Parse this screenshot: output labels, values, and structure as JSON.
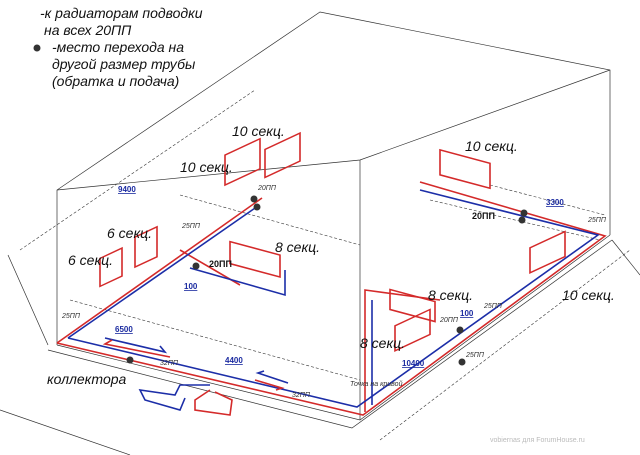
{
  "legend": {
    "line1": "-к радиаторам подводки",
    "line2": "на всех 20ПП",
    "line3": "-место перехода на",
    "line4": "другой размер трубы",
    "line5": "(обратка и подача)"
  },
  "radiators": [
    "10 секц.",
    "10 секц.",
    "6 секц.",
    "6 секц.",
    "8 секц.",
    "10 секц.",
    "8 секц.",
    "8 секц.",
    "10 секц."
  ],
  "dimensions": [
    "9400",
    "100",
    "6500",
    "4400",
    "10400",
    "3300",
    "100"
  ],
  "pipes": {
    "p25a": "25ПП",
    "p20a": "20ПП",
    "p20b": "20ПП",
    "p20c": "20ПП",
    "p25b": "25ПП",
    "p25c": "25ПП",
    "p25d": "25ПП",
    "p25e": "25ПП",
    "p32a": "32ПП",
    "p32b": "32ПП",
    "p20d": "20ПП"
  },
  "collector_label": "коллектора",
  "curve_point": "Точка на кривой",
  "watermark": "vobiernas для ForumHouse.ru",
  "colors": {
    "supply": "#d42a2a",
    "return": "#1c2ea8"
  }
}
